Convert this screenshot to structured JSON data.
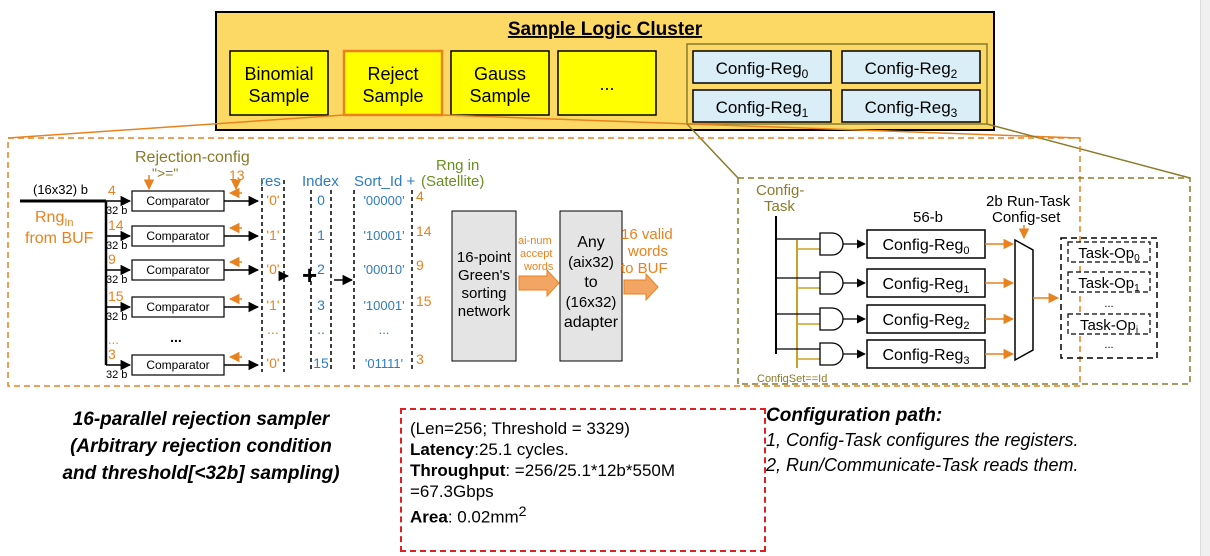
{
  "cluster": {
    "title": "Sample Logic Cluster",
    "samplers": [
      {
        "line1": "Binomial",
        "line2": "Sample"
      },
      {
        "line1": "Reject",
        "line2": "Sample"
      },
      {
        "line1": "Gauss",
        "line2": "Sample"
      },
      {
        "line1": "...",
        "line2": ""
      }
    ],
    "regs": [
      {
        "base": "Config-Reg",
        "sub": "0"
      },
      {
        "base": "Config-Reg",
        "sub": "2"
      },
      {
        "base": "Config-Reg",
        "sub": "1"
      },
      {
        "base": "Config-Reg",
        "sub": "3"
      }
    ]
  },
  "sampler": {
    "input_width": "(16x32) b",
    "rng_label1": "Rng",
    "rng_sub": "In",
    "rng_label2": "from BUF",
    "rejection_config": "Rejection-config",
    "rejection_op": "\">=\"",
    "lane_values": [
      "4",
      "14",
      "9",
      "15",
      "...",
      "3"
    ],
    "bus32": "32 b",
    "comparator": "Comparator",
    "dots": "...",
    "config_13": "13",
    "res_header": "res",
    "res_values": [
      "'0'",
      "'1'",
      "'0'",
      "'1'",
      "...",
      "'0'"
    ],
    "index_header": "Index",
    "index_values": [
      "0",
      "1",
      "2",
      "3",
      "..",
      "15"
    ],
    "sort_header": "Sort_Id +",
    "sort_values": [
      "'00000'",
      "'10001'",
      "'00010'",
      "'10001'",
      "...",
      "'01111'"
    ],
    "sort_rng": [
      "4",
      "14",
      "9",
      "15",
      "3"
    ],
    "rng_in": "Rng in",
    "satellite": "(Satellite)",
    "green": [
      "16-point",
      "Green's",
      "sorting",
      "network"
    ],
    "accept": [
      "ai-num",
      "accept",
      "words"
    ],
    "adapter": [
      "Any",
      "(aix32)",
      "to",
      "(16x32)",
      "adapter"
    ],
    "valid": [
      "16 valid",
      "words",
      "to BUF"
    ],
    "plus": "+"
  },
  "config": {
    "task_label": [
      "Config-",
      "Task"
    ],
    "width": "56-b",
    "runtask": [
      "2b Run-Task",
      "Config-set"
    ],
    "regs": [
      {
        "base": "Config-Reg",
        "sub": "0"
      },
      {
        "base": "Config-Reg",
        "sub": "1"
      },
      {
        "base": "Config-Reg",
        "sub": "2"
      },
      {
        "base": "Config-Reg",
        "sub": "3"
      }
    ],
    "taskops": [
      {
        "base": "Task-Op",
        "sub": "0"
      },
      {
        "base": "Task-Op",
        "sub": "1"
      },
      {
        "base": "...",
        "sub": ""
      },
      {
        "base": "Task-Op",
        "sub": "i"
      },
      {
        "base": "...",
        "sub": ""
      }
    ],
    "configset": "ConfigSet==Id"
  },
  "caption": {
    "line1": "16-parallel rejection sampler",
    "line2": "(Arbitrary rejection condition",
    "line3": "and  threshold[<32b] sampling)"
  },
  "stats": {
    "line1": "(Len=256; Threshold = 3329)",
    "latency_label": "Latency",
    "latency_value": ":25.1 cycles.",
    "throughput_label": "Throughput",
    "throughput_value": ": =256/25.1*12b*550M",
    "throughput_result": "=67.3Gbps",
    "area_label": "Area",
    "area_value": ": 0.02mm",
    "area_sup": "2"
  },
  "config_path": {
    "title": "Configuration path:",
    "item1": "1, Config-Task configures the registers.",
    "item2": "2, Run/Communicate-Task reads them."
  },
  "colors": {
    "cluster_bg": "#fcd965",
    "sampler_yellow": "#ffff00",
    "reg_blue": "#d9eef7",
    "orange": "#e8821e",
    "olive": "#8a7a2a",
    "blue_text": "#2e7bc4",
    "green_text": "#6b8e23",
    "gray_block": "#e4e4e4",
    "red_dash": "#e02020"
  }
}
